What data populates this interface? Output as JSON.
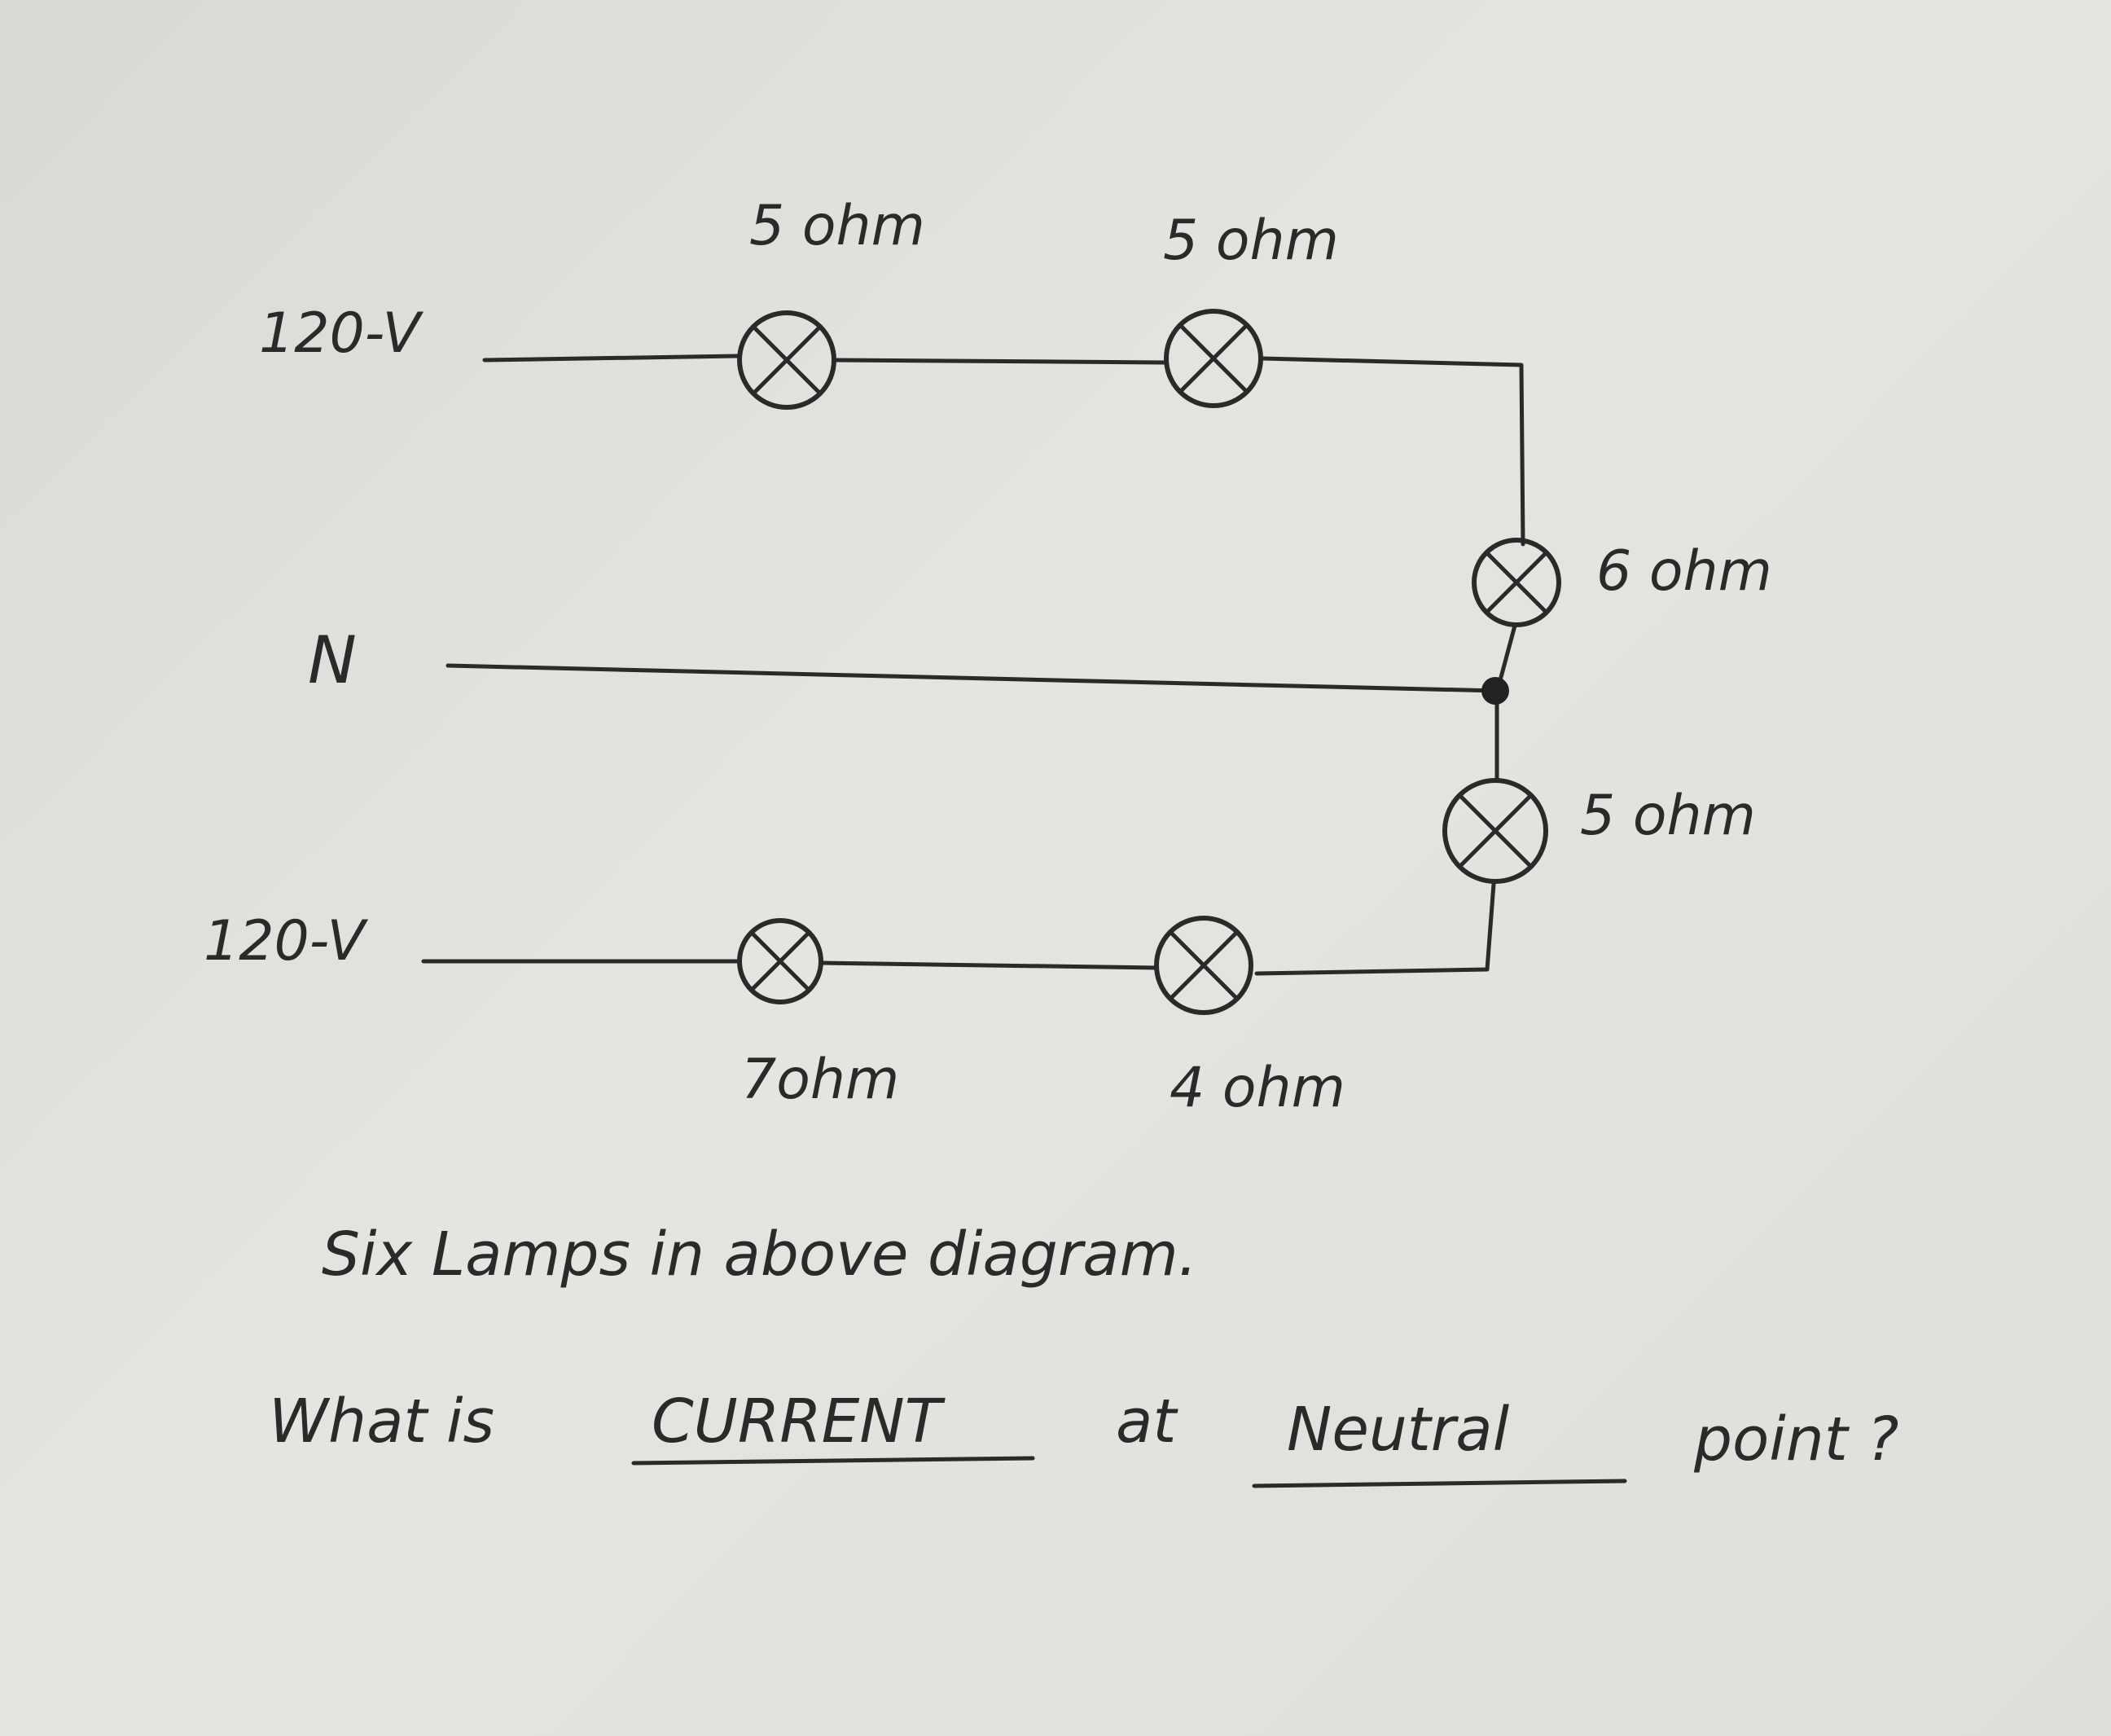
{
  "terminals": {
    "top": "120-V",
    "neutral": "N",
    "bottom": "120-V"
  },
  "lamps": [
    {
      "id": "top-1",
      "label": "5 ohm",
      "resistance_ohm": 5
    },
    {
      "id": "top-2",
      "label": "5 ohm",
      "resistance_ohm": 5
    },
    {
      "id": "right-upper",
      "label": "6 ohm",
      "resistance_ohm": 6
    },
    {
      "id": "right-lower",
      "label": "5 ohm",
      "resistance_ohm": 5
    },
    {
      "id": "bottom-1",
      "label": "7ohm",
      "resistance_ohm": 7
    },
    {
      "id": "bottom-2",
      "label": "4 ohm",
      "resistance_ohm": 4
    }
  ],
  "question": {
    "line1": "Six Lamps in above diagram.",
    "line2_a": "What is",
    "line2_current": "CURRENT",
    "line2_b": "at",
    "line2_neutral": "Neutral",
    "line2_c": "point ?"
  }
}
